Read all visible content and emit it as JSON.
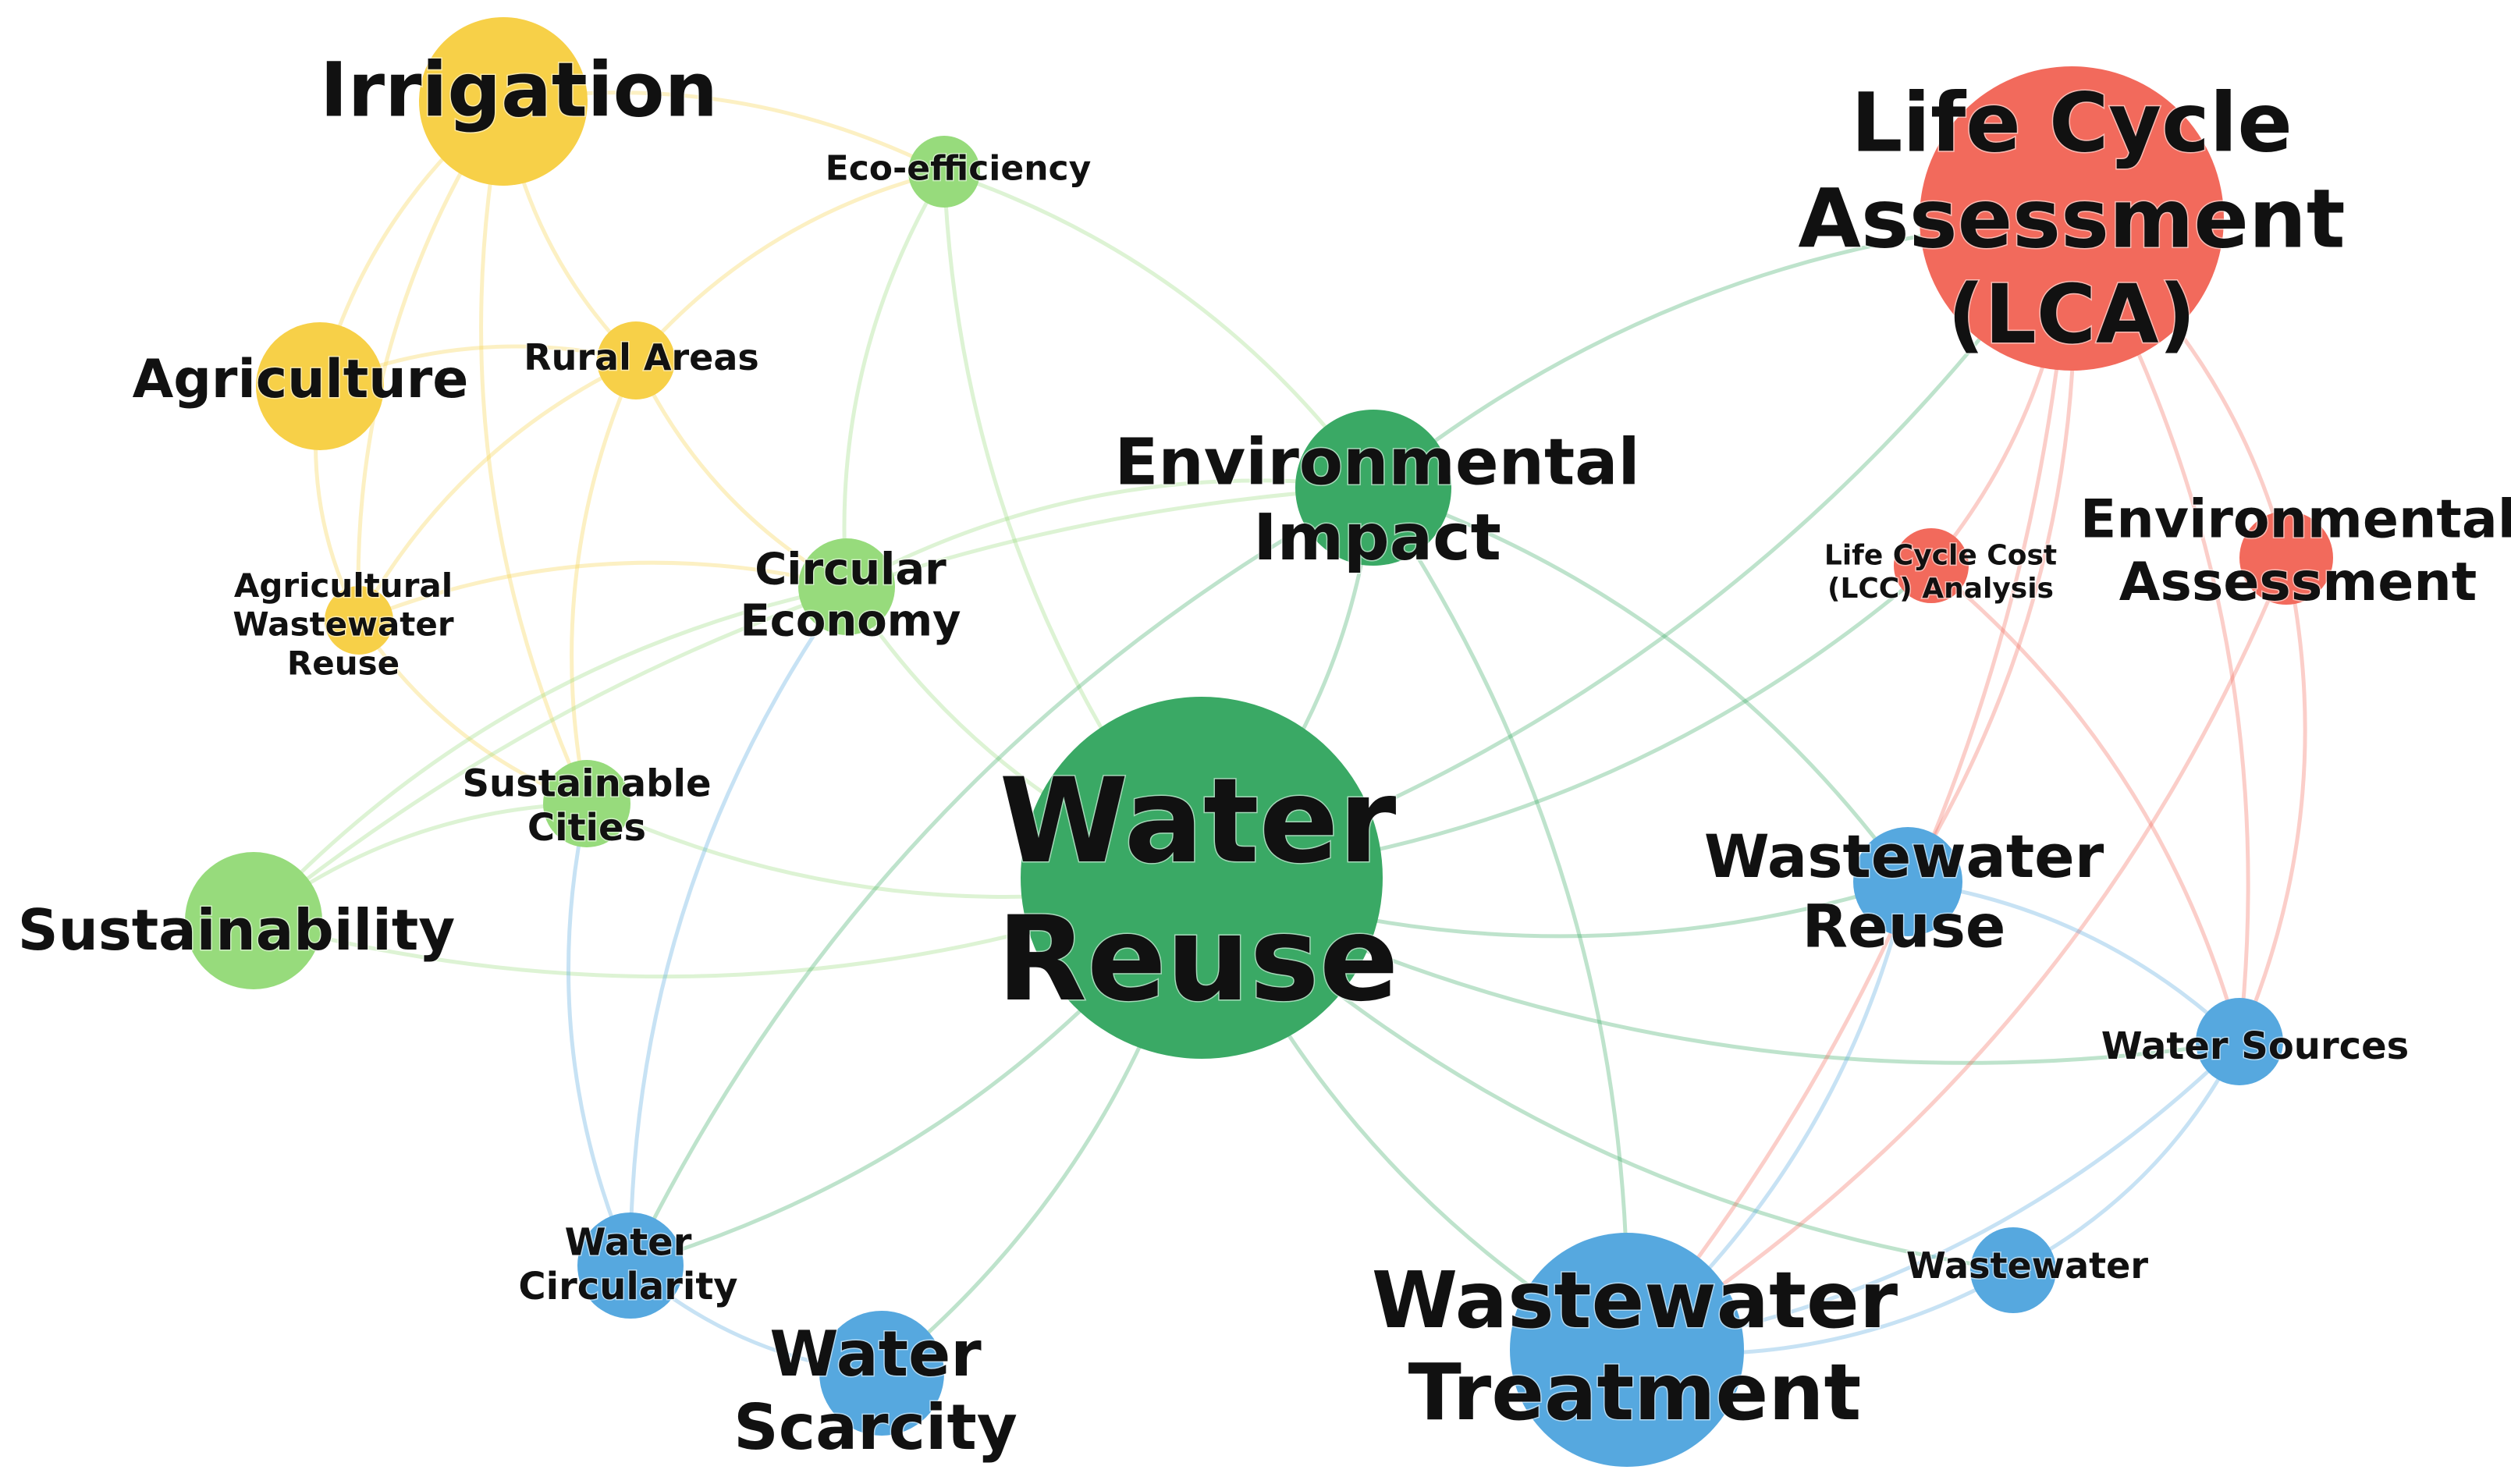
{
  "network": {
    "clusters": [
      {
        "id": "yellow",
        "color": "#f7d048"
      },
      {
        "id": "green",
        "color": "#3aa965"
      },
      {
        "id": "lightgreen",
        "color": "#97db7c"
      },
      {
        "id": "red",
        "color": "#f26a5c"
      },
      {
        "id": "blue",
        "color": "#56a8df"
      }
    ],
    "nodes": [
      {
        "id": "irrigation",
        "label": [
          "Irrigation"
        ],
        "cluster": "yellow"
      },
      {
        "id": "agriculture",
        "label": [
          "Agriculture"
        ],
        "cluster": "yellow"
      },
      {
        "id": "rural-areas",
        "label": [
          "Rural Areas"
        ],
        "cluster": "yellow"
      },
      {
        "id": "agri-ww-reuse",
        "label": [
          "Agricultural",
          "Wastewater",
          "Reuse"
        ],
        "cluster": "yellow"
      },
      {
        "id": "eco-efficiency",
        "label": [
          "Eco-efficiency"
        ],
        "cluster": "lightgreen"
      },
      {
        "id": "circular-economy",
        "label": [
          "Circular",
          "Economy"
        ],
        "cluster": "lightgreen"
      },
      {
        "id": "sustainable-cities",
        "label": [
          "Sustainable",
          "Cities"
        ],
        "cluster": "lightgreen"
      },
      {
        "id": "sustainability",
        "label": [
          "Sustainability"
        ],
        "cluster": "lightgreen"
      },
      {
        "id": "environmental-impact",
        "label": [
          "Environmental",
          "Impact"
        ],
        "cluster": "green"
      },
      {
        "id": "water-reuse",
        "label": [
          "Water",
          "Reuse"
        ],
        "cluster": "green"
      },
      {
        "id": "lca",
        "label": [
          "Life Cycle",
          "Assessment",
          "(LCA)"
        ],
        "cluster": "red"
      },
      {
        "id": "lcc",
        "label": [
          "Life Cycle Cost",
          "(LCC) Analysis"
        ],
        "cluster": "red"
      },
      {
        "id": "environmental-assessment",
        "label": [
          "Environmental",
          "Assessment"
        ],
        "cluster": "red"
      },
      {
        "id": "wastewater-reuse",
        "label": [
          "Wastewater",
          "Reuse"
        ],
        "cluster": "blue"
      },
      {
        "id": "water-sources",
        "label": [
          "Water Sources"
        ],
        "cluster": "blue"
      },
      {
        "id": "wastewater",
        "label": [
          "Wastewater"
        ],
        "cluster": "blue"
      },
      {
        "id": "wastewater-treatment",
        "label": [
          "Wastewater",
          "Treatment"
        ],
        "cluster": "blue"
      },
      {
        "id": "water-circularity",
        "label": [
          "Water",
          "Circularity"
        ],
        "cluster": "blue"
      },
      {
        "id": "water-scarcity",
        "label": [
          "Water",
          "Scarcity"
        ],
        "cluster": "blue"
      }
    ],
    "edges": [
      [
        "irrigation",
        "rural-areas"
      ],
      [
        "irrigation",
        "agriculture"
      ],
      [
        "irrigation",
        "agri-ww-reuse"
      ],
      [
        "irrigation",
        "eco-efficiency"
      ],
      [
        "irrigation",
        "sustainable-cities"
      ],
      [
        "agriculture",
        "rural-areas"
      ],
      [
        "agriculture",
        "agri-ww-reuse"
      ],
      [
        "rural-areas",
        "agri-ww-reuse"
      ],
      [
        "rural-areas",
        "eco-efficiency"
      ],
      [
        "rural-areas",
        "circular-economy"
      ],
      [
        "rural-areas",
        "sustainable-cities"
      ],
      [
        "agri-ww-reuse",
        "circular-economy"
      ],
      [
        "agri-ww-reuse",
        "sustainable-cities"
      ],
      [
        "eco-efficiency",
        "circular-economy"
      ],
      [
        "eco-efficiency",
        "environmental-impact"
      ],
      [
        "eco-efficiency",
        "water-reuse"
      ],
      [
        "circular-economy",
        "water-reuse"
      ],
      [
        "circular-economy",
        "environmental-impact"
      ],
      [
        "circular-economy",
        "sustainability"
      ],
      [
        "sustainable-cities",
        "water-reuse"
      ],
      [
        "sustainable-cities",
        "sustainability"
      ],
      [
        "sustainability",
        "water-reuse"
      ],
      [
        "sustainability",
        "environmental-impact"
      ],
      [
        "environmental-impact",
        "water-reuse"
      ],
      [
        "environmental-impact",
        "lca"
      ],
      [
        "environmental-impact",
        "wastewater-reuse"
      ],
      [
        "environmental-impact",
        "wastewater-treatment"
      ],
      [
        "environmental-impact",
        "water-circularity"
      ],
      [
        "water-reuse",
        "lca"
      ],
      [
        "water-reuse",
        "lcc"
      ],
      [
        "water-reuse",
        "wastewater-reuse"
      ],
      [
        "water-reuse",
        "wastewater-treatment"
      ],
      [
        "water-reuse",
        "water-circularity"
      ],
      [
        "water-reuse",
        "water-scarcity"
      ],
      [
        "water-reuse",
        "water-sources"
      ],
      [
        "water-reuse",
        "wastewater"
      ],
      [
        "lca",
        "lcc"
      ],
      [
        "lca",
        "environmental-assessment"
      ],
      [
        "lca",
        "wastewater-reuse"
      ],
      [
        "lca",
        "water-sources"
      ],
      [
        "lca",
        "wastewater-treatment"
      ],
      [
        "environmental-assessment",
        "water-sources"
      ],
      [
        "environmental-assessment",
        "wastewater-treatment"
      ],
      [
        "lcc",
        "water-sources"
      ],
      [
        "wastewater-reuse",
        "water-sources"
      ],
      [
        "wastewater-reuse",
        "wastewater-treatment"
      ],
      [
        "wastewater-treatment",
        "water-sources"
      ],
      [
        "wastewater-treatment",
        "wastewater"
      ],
      [
        "wastewater",
        "water-sources"
      ],
      [
        "water-circularity",
        "water-scarcity"
      ],
      [
        "water-circularity",
        "circular-economy"
      ],
      [
        "water-circularity",
        "sustainable-cities"
      ]
    ]
  }
}
